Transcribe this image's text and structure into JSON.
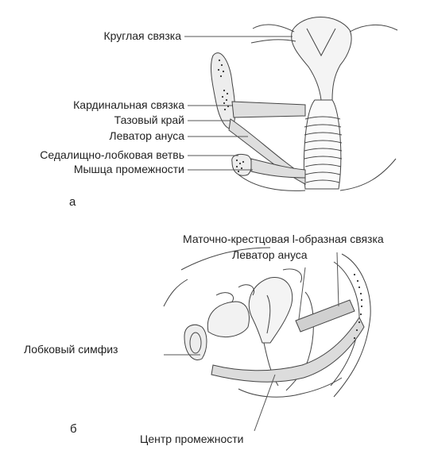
{
  "panel_a": {
    "letter": "а",
    "labels": {
      "round_ligament": "Круглая связка",
      "cardinal_ligament": "Кардинальная связка",
      "pelvic_rim": "Тазовый край",
      "levator_ani": "Леватор ануса",
      "ischiopubic_ramus": "Седалищно-лобковая ветвь",
      "perineal_muscle": "Мышца промежности"
    }
  },
  "panel_b": {
    "letter": "б",
    "labels": {
      "uterosacral_ligament": "Маточно-крестцовая l-образная связка",
      "levator_ani": "Леватор ануса",
      "pubic_symphysis": "Лобковый симфиз",
      "perineal_center": "Центр промежности"
    }
  },
  "colors": {
    "line": "#444444",
    "fill": "#e3e3e3",
    "fill_dark": "#cfcfcf",
    "dots": "#333333"
  }
}
